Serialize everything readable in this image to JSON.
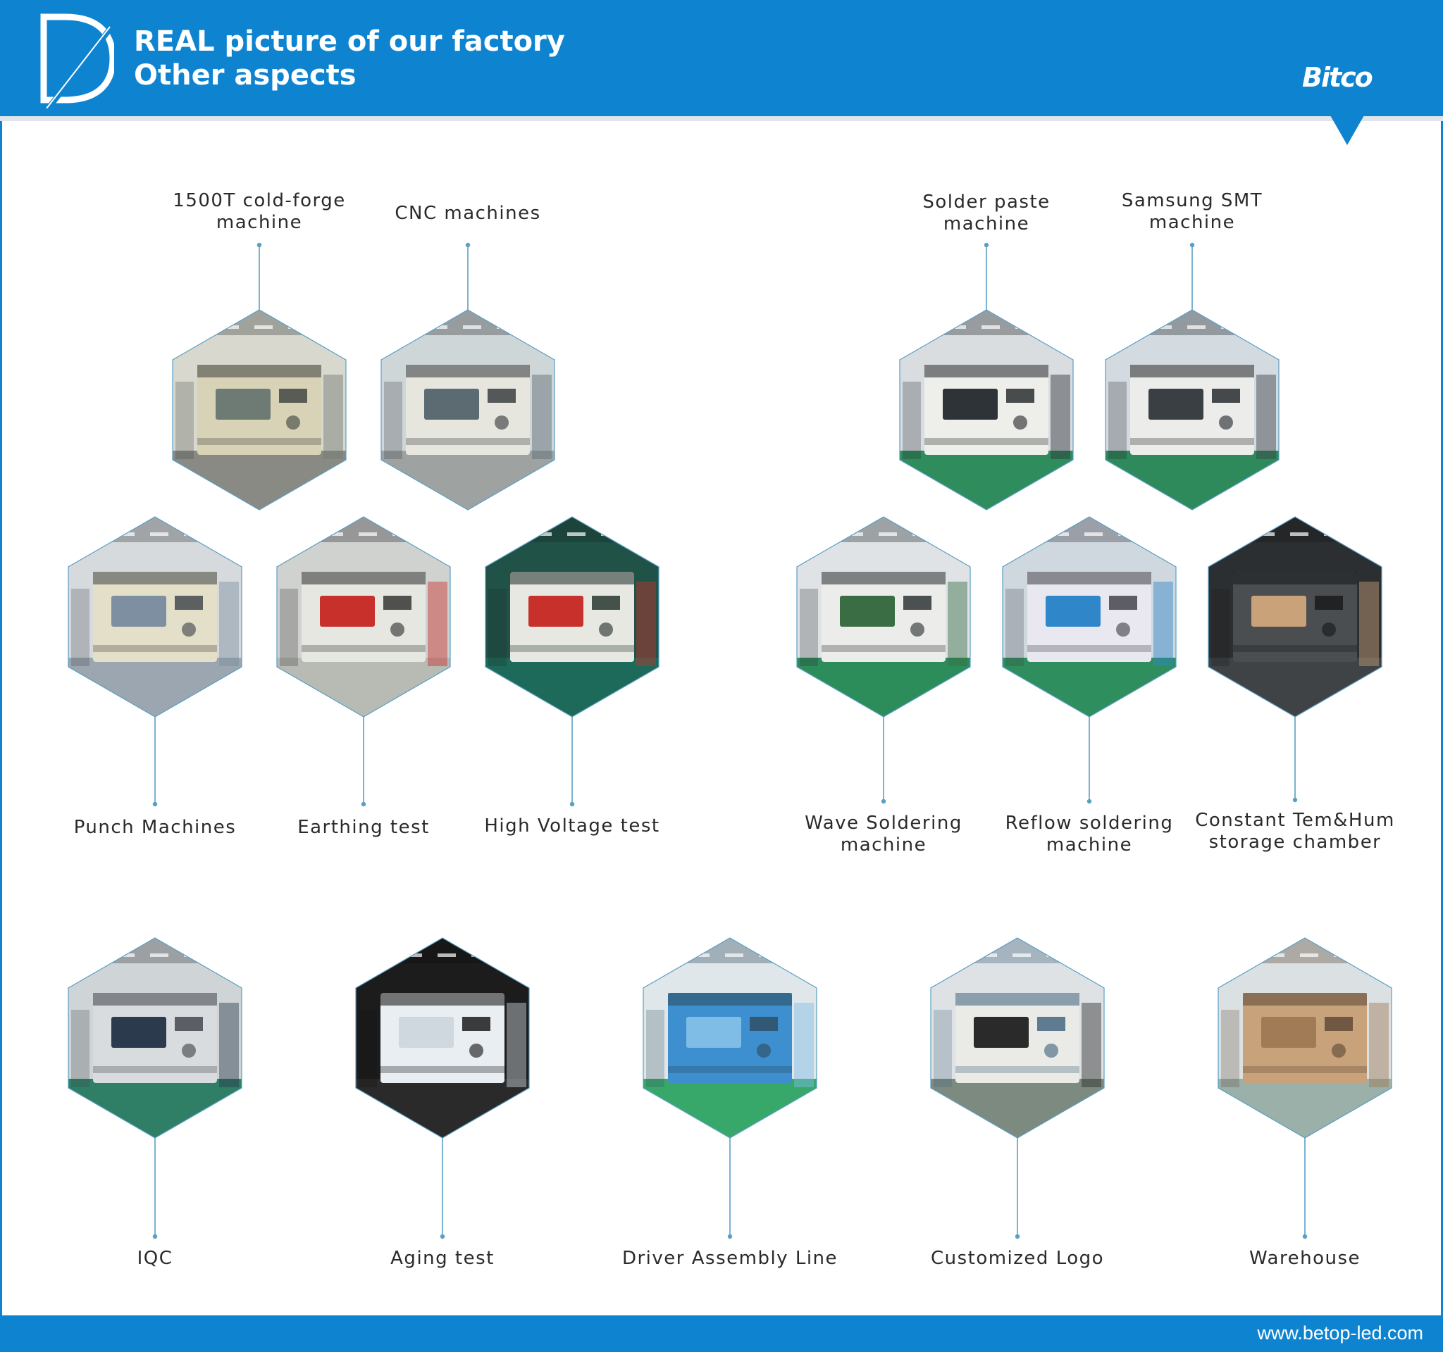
{
  "header": {
    "title_line1": "REAL picture of our factory",
    "title_line2": "Other aspects",
    "brand": "Bitco"
  },
  "footer": {
    "url": "www.betop-led.com"
  },
  "colors": {
    "primary": "#0e84d1",
    "connector": "#5a9fc4",
    "text": "#2a2a2a"
  },
  "photos": [
    {
      "name": "1500T cold-forge machine",
      "label_lines": [
        "1500T cold-forge",
        "machine"
      ],
      "scene": "press-machine"
    },
    {
      "name": "CNC machines",
      "label_lines": [
        "CNC machines"
      ],
      "scene": "cnc-workshop"
    },
    {
      "name": "Punch Machines",
      "label_lines": [
        "Punch Machines"
      ],
      "scene": "punch-press"
    },
    {
      "name": "Earthing test",
      "label_lines": [
        "Earthing test"
      ],
      "scene": "earthing-tester"
    },
    {
      "name": "High Voltage test",
      "label_lines": [
        "High Voltage test"
      ],
      "scene": "hv-tester"
    },
    {
      "name": "Solder paste machine",
      "label_lines": [
        "Solder paste",
        "machine"
      ],
      "scene": "solder-paste-printer"
    },
    {
      "name": "Samsung SMT machine",
      "label_lines": [
        "Samsung SMT",
        "machine"
      ],
      "scene": "smt-machine"
    },
    {
      "name": "Wave Soldering machine",
      "label_lines": [
        "Wave Soldering",
        "machine"
      ],
      "scene": "wave-solder"
    },
    {
      "name": "Reflow soldering machine",
      "label_lines": [
        "Reflow soldering",
        "machine"
      ],
      "scene": "reflow-oven"
    },
    {
      "name": "Constant Tem&Hum storage chamber",
      "label_lines": [
        "Constant Tem&Hum",
        "storage chamber"
      ],
      "scene": "storage-cabinet"
    },
    {
      "name": "IQC",
      "label_lines": [
        "IQC"
      ],
      "scene": "iqc-room"
    },
    {
      "name": "Aging test",
      "label_lines": [
        "Aging test"
      ],
      "scene": "aging-rack"
    },
    {
      "name": "Driver Assembly Line",
      "label_lines": [
        "Driver Assembly Line"
      ],
      "scene": "assembly-line"
    },
    {
      "name": "Customized Logo",
      "label_lines": [
        "Customized Logo"
      ],
      "scene": "laser-engraver"
    },
    {
      "name": "Warehouse",
      "label_lines": [
        "Warehouse"
      ],
      "scene": "warehouse-boxes"
    }
  ]
}
